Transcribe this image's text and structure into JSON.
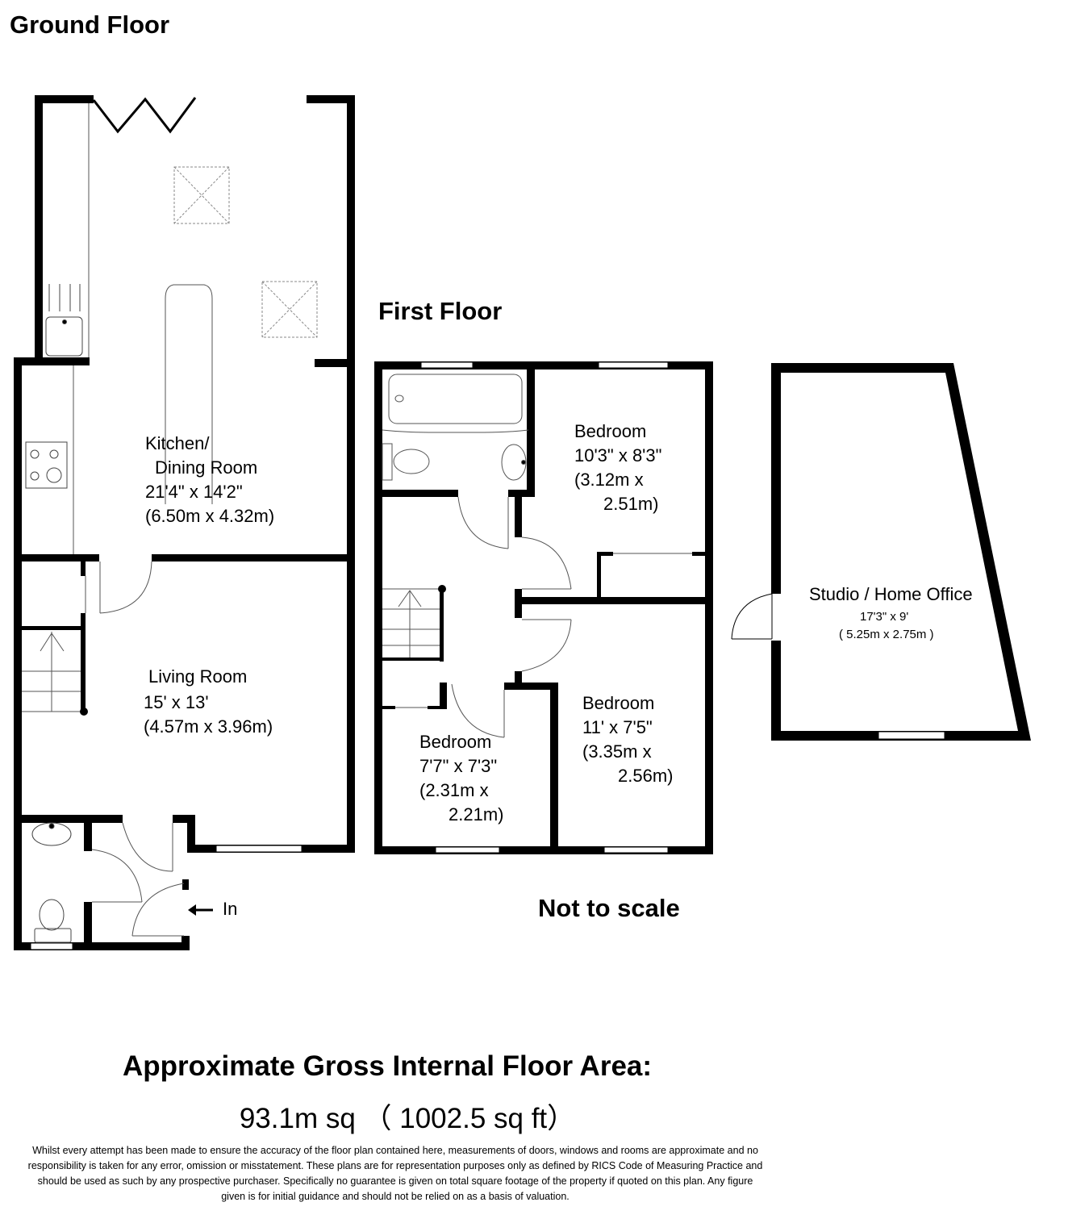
{
  "ground_floor": {
    "title": "Ground Floor",
    "rooms": {
      "kitchen": {
        "name_line1": "Kitchen/",
        "name_line2": "Dining Room",
        "dim_imperial": "21'4\" x 14'2\"",
        "dim_metric": "(6.50m x 4.32m)"
      },
      "living": {
        "name": "Living Room",
        "dim_imperial": "15' x 13'",
        "dim_metric": "(4.57m x 3.96m)"
      }
    },
    "entrance": {
      "arrow": "←",
      "label": "In"
    }
  },
  "first_floor": {
    "title": "First Floor",
    "rooms": {
      "bedroom1": {
        "name": "Bedroom",
        "dim_imperial": "10'3\" x 8'3\"",
        "dim_metric_a": "(3.12m x",
        "dim_metric_b": "2.51m)"
      },
      "bedroom2": {
        "name": "Bedroom",
        "dim_imperial": "11' x 7'5\"",
        "dim_metric_a": "(3.35m x",
        "dim_metric_b": "2.56m)"
      },
      "bedroom3": {
        "name": "Bedroom",
        "dim_imperial": "7'7\" x 7'3\"",
        "dim_metric_a": "(2.31m x",
        "dim_metric_b": "2.21m)"
      }
    }
  },
  "outbuilding": {
    "name": "Studio / Home Office",
    "dim_imperial": "17'3\" x 9'",
    "dim_metric": "( 5.25m x 2.75m )"
  },
  "scale_note": "Not to scale",
  "area": {
    "title": "Approximate Gross Internal Floor Area:",
    "value": "93.1m sq （ 1002.5 sq ft）"
  },
  "disclaimer": "Whilst every attempt has been made to ensure the accuracy of the floor plan contained here, measurements of doors, windows and rooms are approximate and no responsibility is taken for any error, omission or misstatement. These plans are for representation purposes only as defined by RICS Code of Measuring Practice and should be used as such by any prospective purchaser. Specifically no guarantee is given on total square footage of the property if quoted on this plan. Any figure given is for initial guidance and should not be relied on as a basis of valuation.",
  "colors": {
    "wall": "#000000",
    "fixture": "#555555",
    "background": "#ffffff"
  }
}
